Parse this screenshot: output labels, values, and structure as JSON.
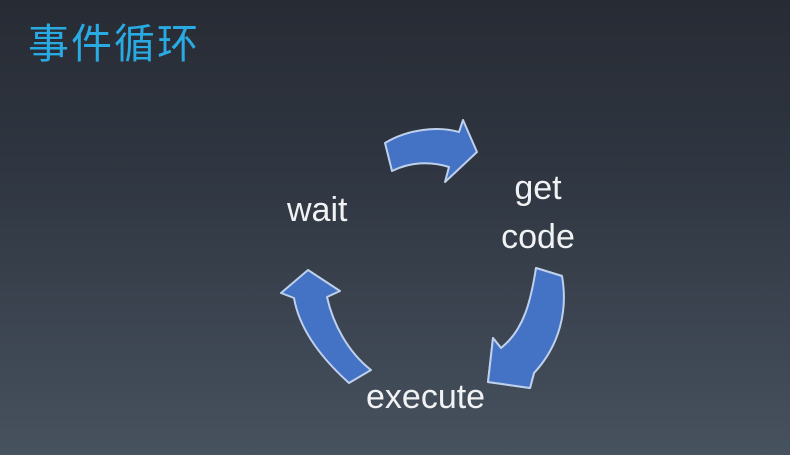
{
  "slide": {
    "title": "事件循环",
    "title_color": "#29aae2",
    "background_top_color": "#272b34",
    "background_bottom_color": "#47525f",
    "diagram": {
      "type": "cycle",
      "direction": "clockwise",
      "arrow_fill": "#4472c4",
      "arrow_stroke": "#bfd0ec",
      "label_color": "#f1f2f4",
      "nodes": {
        "wait": {
          "label": "wait"
        },
        "get_code": {
          "line1": "get",
          "line2": "code"
        },
        "execute": {
          "label": "execute"
        }
      },
      "arrows": [
        {
          "from": "wait",
          "to": "get code"
        },
        {
          "from": "get code",
          "to": "execute"
        },
        {
          "from": "execute",
          "to": "wait"
        }
      ]
    }
  }
}
